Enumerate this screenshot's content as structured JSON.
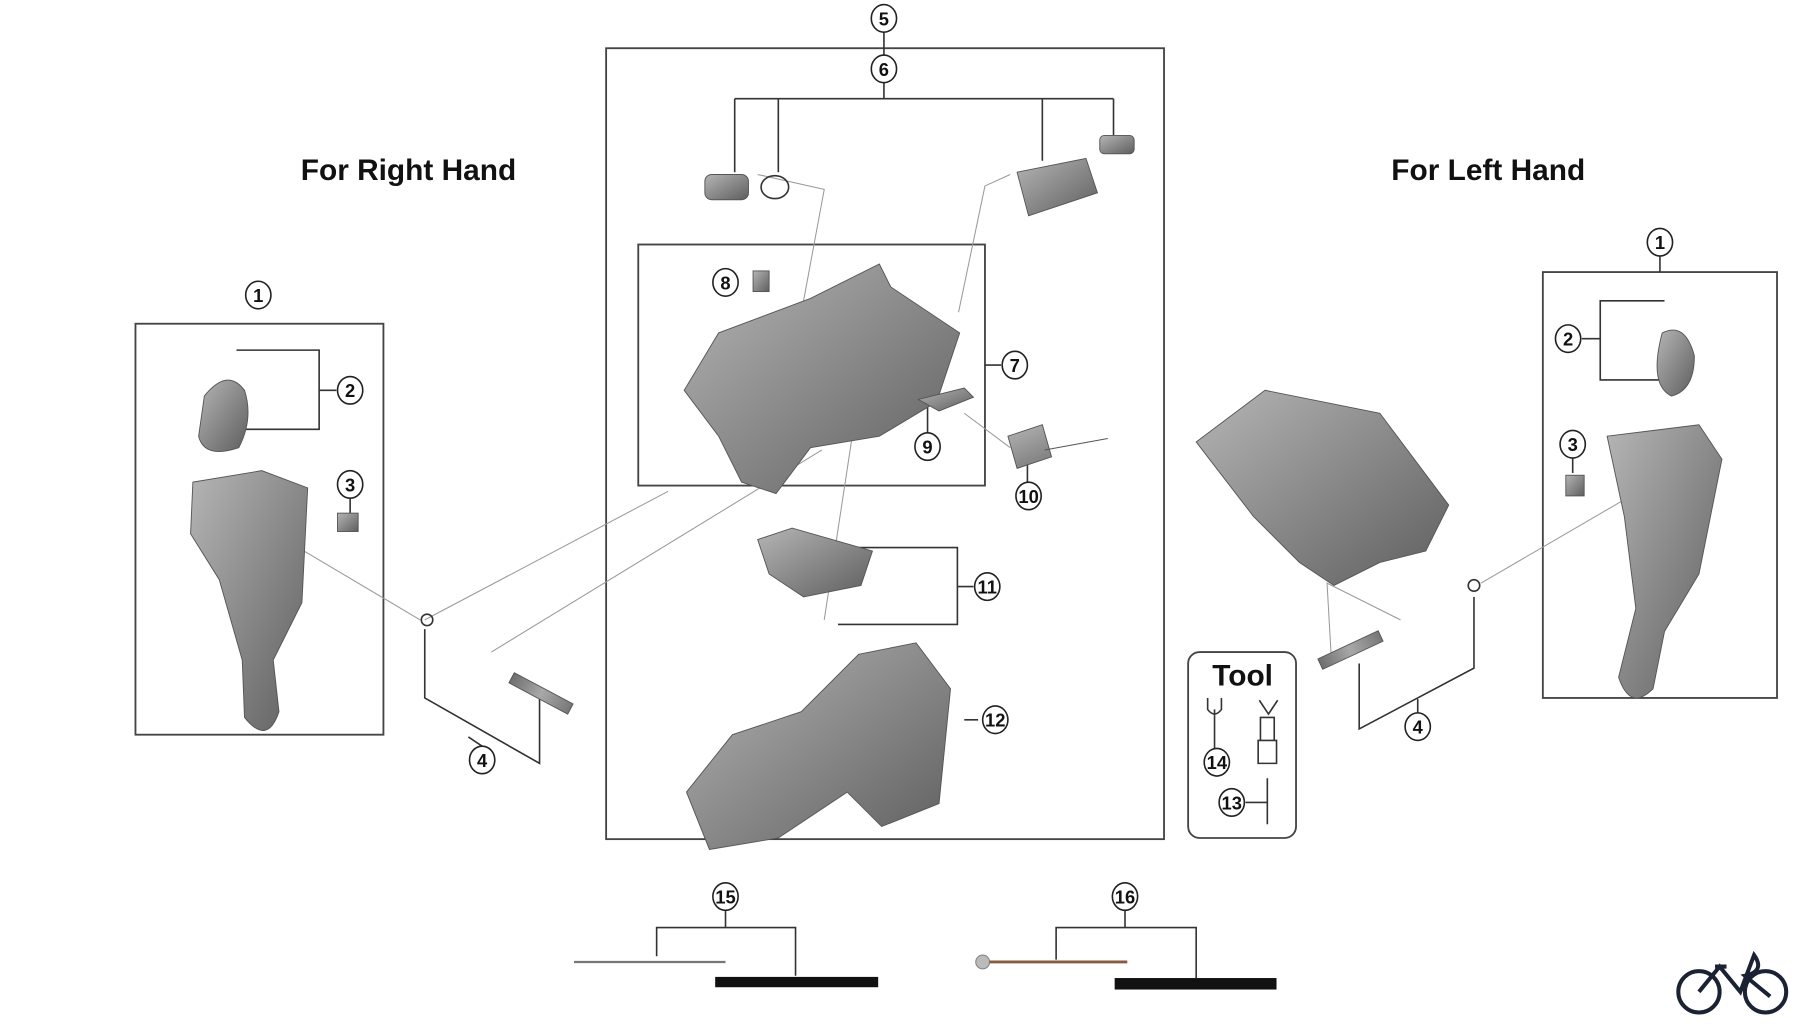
{
  "headings": {
    "right_hand": "For Right Hand",
    "left_hand": "For Left Hand",
    "tool": "Tool"
  },
  "callouts": {
    "c5": "5",
    "c6": "6",
    "c7": "7",
    "c8": "8",
    "c9": "9",
    "c10": "10",
    "c11": "11",
    "c12": "12",
    "r1": "1",
    "r2": "2",
    "r3": "3",
    "r4": "4",
    "l1": "1",
    "l2": "2",
    "l3": "3",
    "l4": "4",
    "c13": "13",
    "c14": "14",
    "c15": "15",
    "c16": "16"
  },
  "colors": {
    "part": "#8a8a8a",
    "line": "#333333",
    "logo": "#1a2233"
  }
}
